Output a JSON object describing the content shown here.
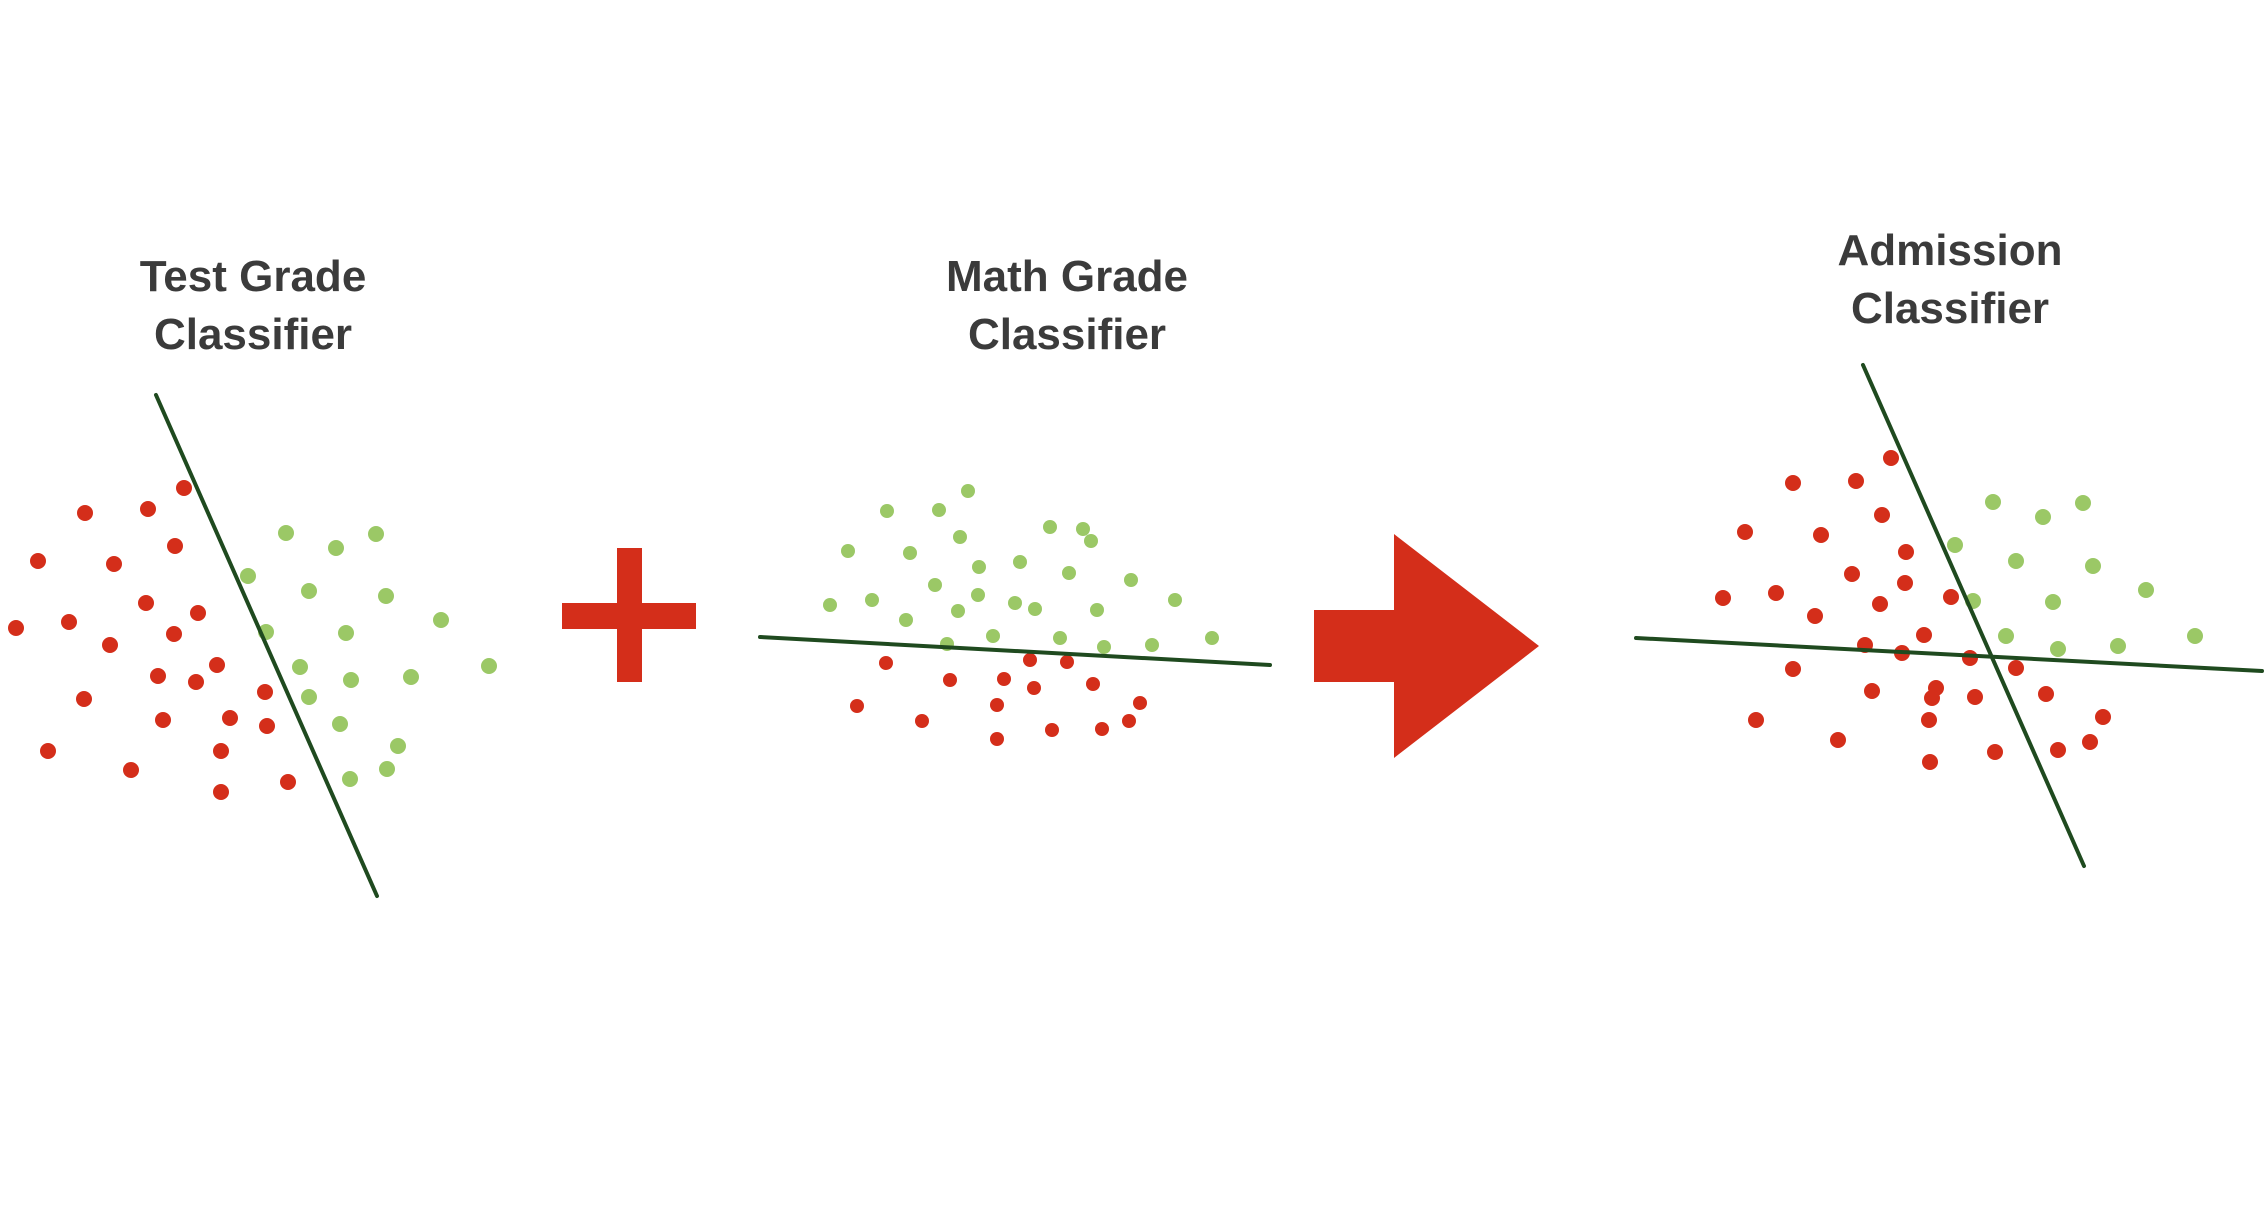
{
  "colors": {
    "negative_point": "#d42e1a",
    "positive_point": "#9bc866",
    "boundary_line": "#1f4a1f",
    "operator": "#d42e1a",
    "title_text": "#3b3b3b",
    "background": "#ffffff"
  },
  "panels": [
    {
      "id": "test",
      "title_line1": "Test Grade",
      "title_line2": "Classifier",
      "boundary": "single diagonal line"
    },
    {
      "id": "math",
      "title_line1": "Math Grade",
      "title_line2": "Classifier",
      "boundary": "single near-horizontal line"
    },
    {
      "id": "admission",
      "title_line1": "Admission",
      "title_line2": "Classifier",
      "boundary": "both lines combined"
    }
  ],
  "operators": {
    "plus": "plus-icon",
    "arrow": "right-arrow-icon"
  }
}
